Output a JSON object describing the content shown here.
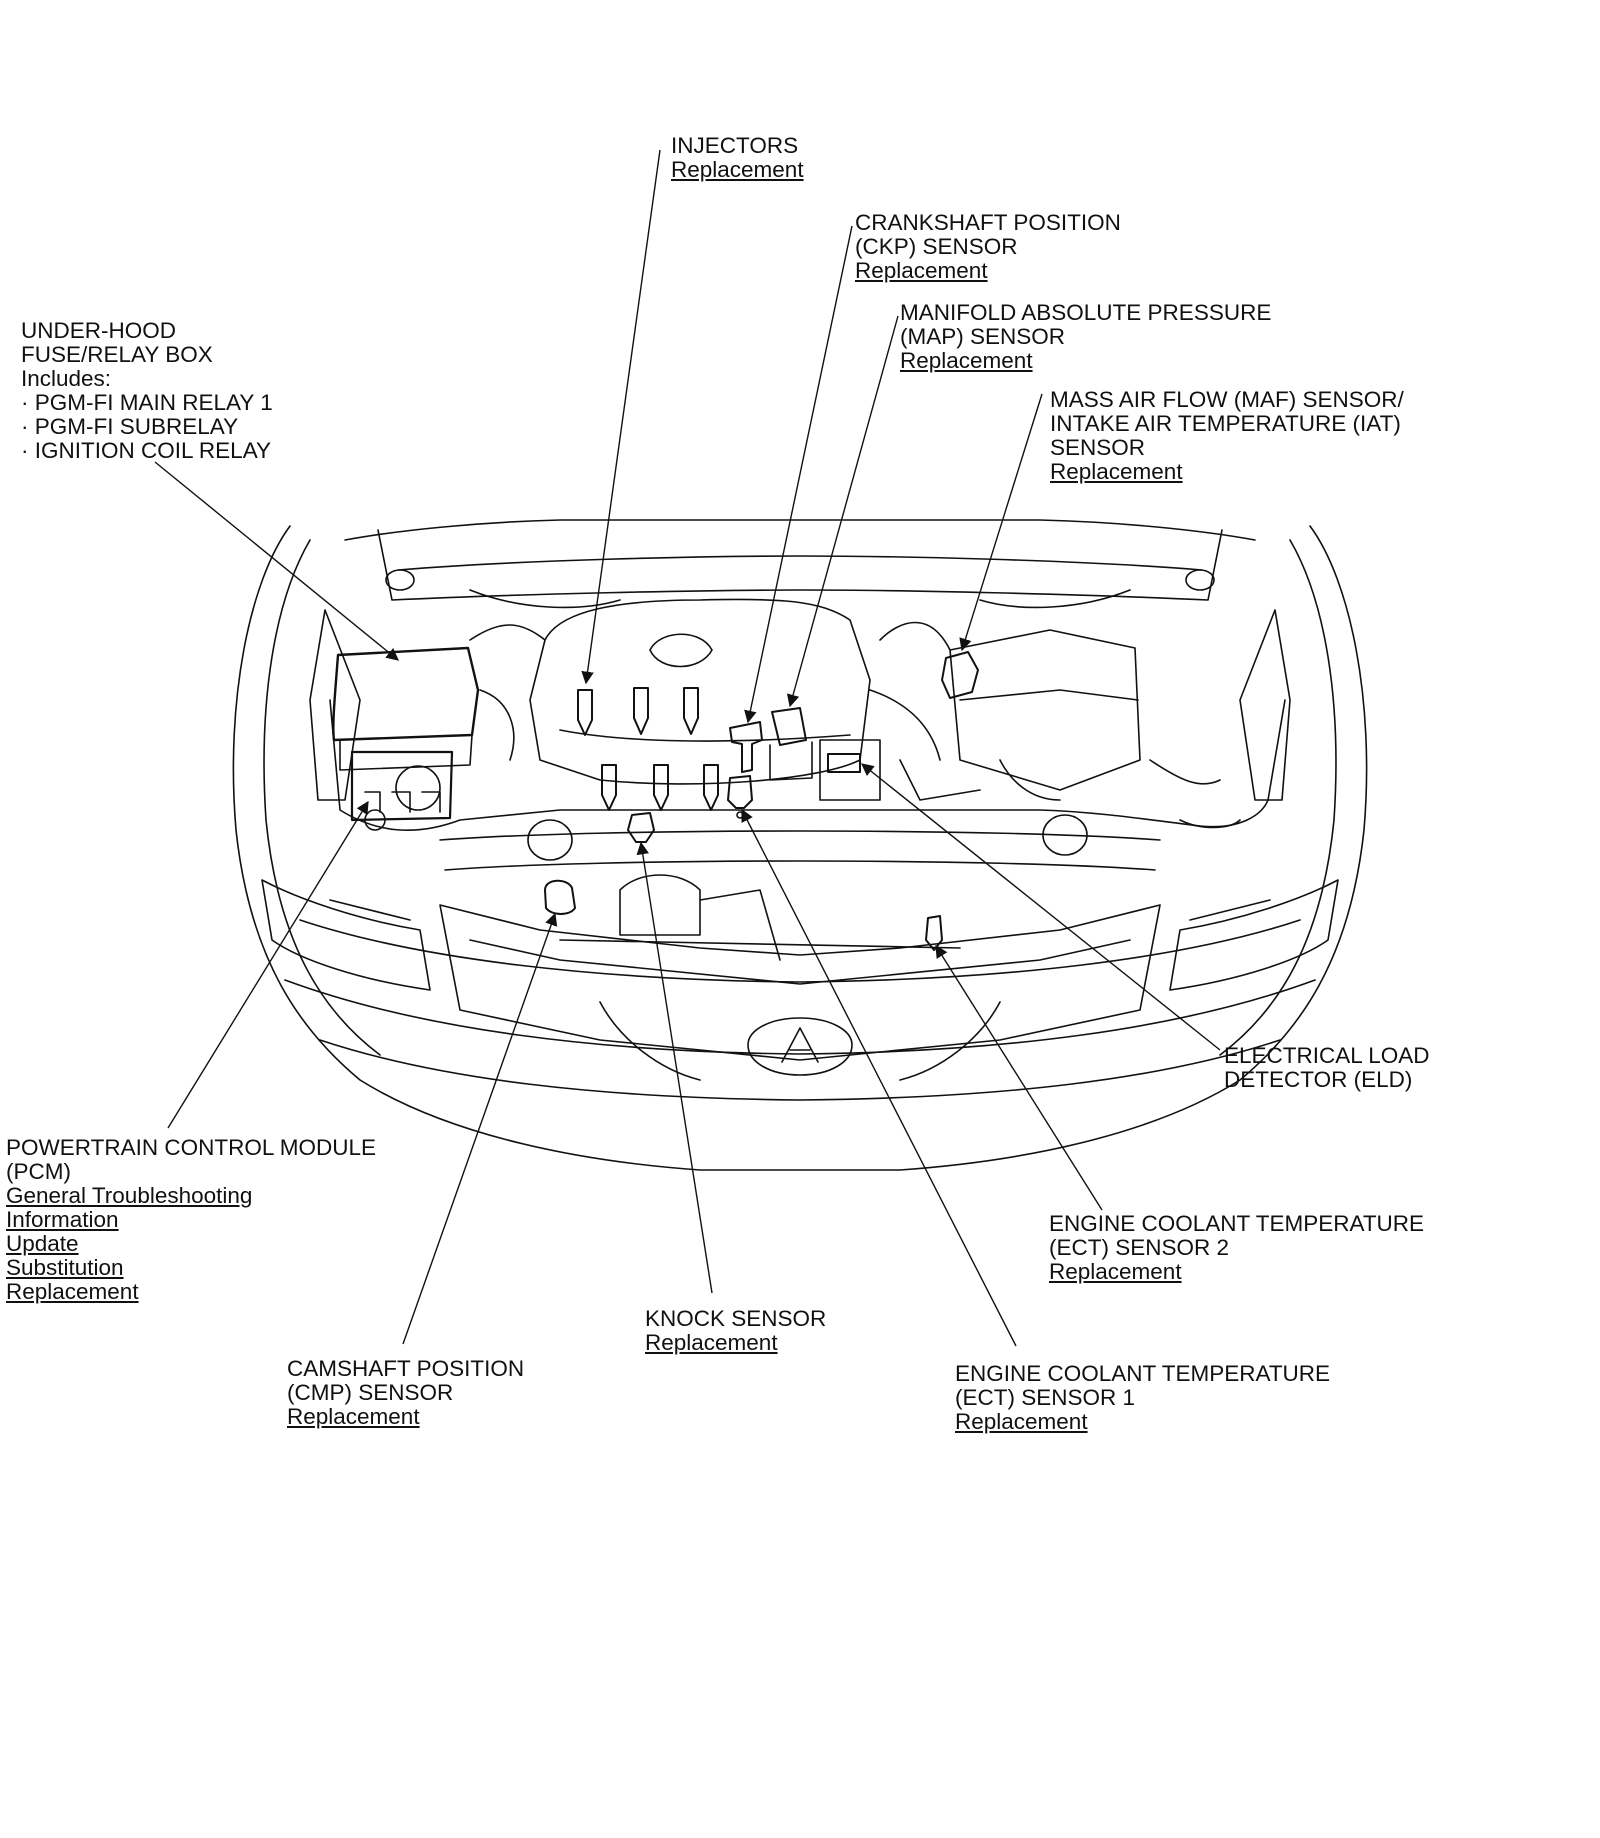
{
  "callouts": {
    "injectors": {
      "title": [
        "INJECTORS"
      ],
      "links": [
        "Replacement"
      ]
    },
    "ckp": {
      "title": [
        "CRANKSHAFT POSITION",
        "(CKP) SENSOR"
      ],
      "links": [
        "Replacement"
      ]
    },
    "map": {
      "title": [
        "MANIFOLD ABSOLUTE PRESSURE",
        "(MAP) SENSOR"
      ],
      "links": [
        "Replacement"
      ]
    },
    "maf": {
      "title": [
        "MASS AIR FLOW (MAF) SENSOR/",
        "INTAKE AIR TEMPERATURE (IAT)",
        "SENSOR"
      ],
      "links": [
        "Replacement"
      ]
    },
    "fusebox": {
      "title": [
        "UNDER-HOOD",
        "FUSE/RELAY BOX",
        "Includes:",
        "· PGM-FI MAIN RELAY 1",
        "· PGM-FI SUBRELAY",
        "· IGNITION COIL RELAY"
      ],
      "links": []
    },
    "eld": {
      "title": [
        "ELECTRICAL LOAD",
        "DETECTOR (ELD)"
      ],
      "links": []
    },
    "pcm": {
      "title": [
        "POWERTRAIN CONTROL MODULE",
        "(PCM)"
      ],
      "links": [
        "General Troubleshooting",
        "Information",
        "Update",
        "Substitution",
        "Replacement"
      ]
    },
    "ect2": {
      "title": [
        "ENGINE COOLANT TEMPERATURE",
        "(ECT) SENSOR 2"
      ],
      "links": [
        "Replacement"
      ]
    },
    "knock": {
      "title": [
        "KNOCK SENSOR"
      ],
      "links": [
        "Replacement"
      ]
    },
    "cmp": {
      "title": [
        "CAMSHAFT POSITION",
        "(CMP) SENSOR"
      ],
      "links": [
        "Replacement"
      ]
    },
    "ect1": {
      "title": [
        "ENGINE COOLANT TEMPERATURE",
        "(ECT) SENSOR 1"
      ],
      "links": [
        "Replacement"
      ]
    }
  },
  "colors": {
    "ink": "#111111",
    "background": "#ffffff"
  }
}
